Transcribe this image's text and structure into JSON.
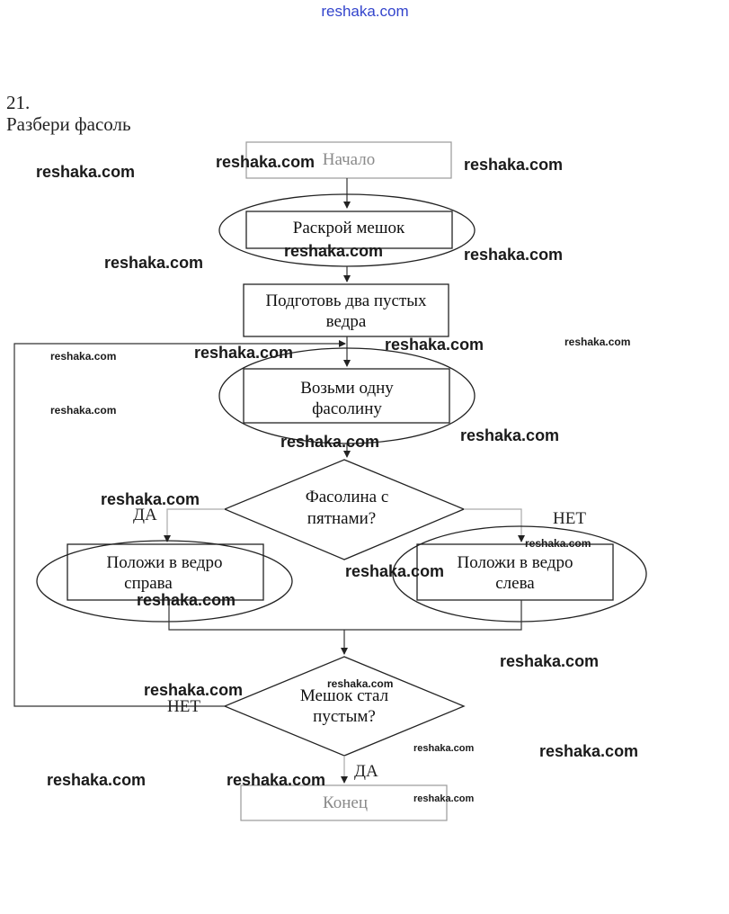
{
  "site_header": "reshaka.com",
  "task": {
    "number": "21.",
    "title": "Разбери фасоль"
  },
  "flowchart": {
    "start": "Начало",
    "open_bag": "Раскрой мешок",
    "prepare": [
      "Подготовь два пустых",
      "ведра"
    ],
    "take_bean": [
      "Возьми одну",
      "фасолину"
    ],
    "decision_spots": [
      "Фасолина с",
      "пятнами?"
    ],
    "yes_label": "ДА",
    "no_label": "НЕТ",
    "put_right": [
      "Положи в ведро",
      "справа"
    ],
    "put_left": [
      "Положи в ведро",
      "слева"
    ],
    "decision_empty": [
      "Мешок стал",
      "пустым?"
    ],
    "loop_no_label": "НЕТ",
    "end_yes_label": "ДА",
    "end": "Конец"
  },
  "watermark": "reshaka.com"
}
